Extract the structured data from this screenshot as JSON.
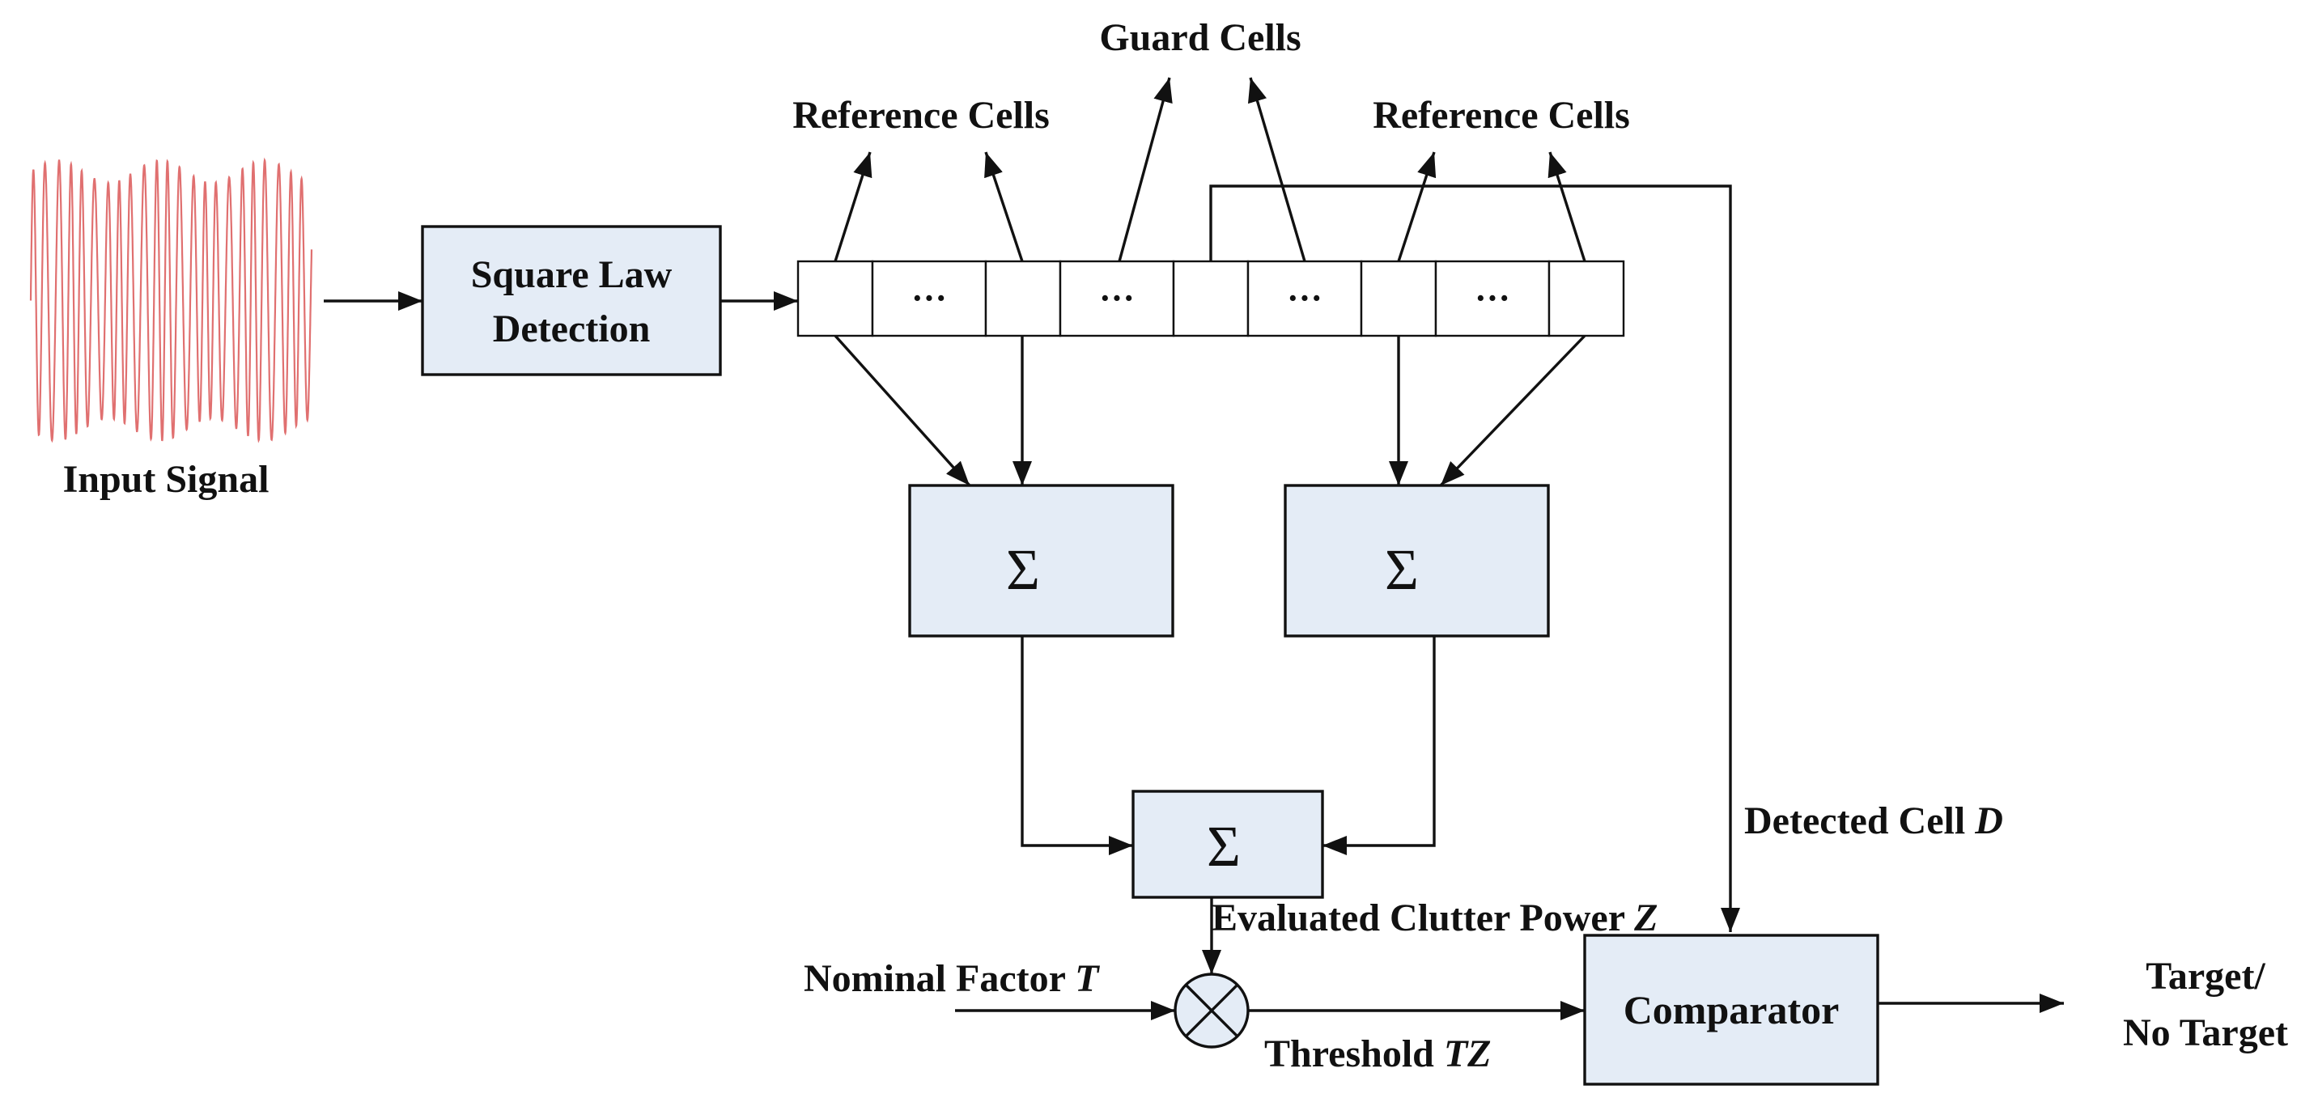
{
  "labels": {
    "input_signal": "Input Signal",
    "square_law_line1": "Square Law",
    "square_law_line2": "Detection",
    "guard_cells": "Guard Cells",
    "reference_cells_left": "Reference Cells",
    "reference_cells_right": "Reference Cells",
    "sum_left": "Σ",
    "sum_right": "Σ",
    "sum_bottom": "Σ",
    "detected_cell_prefix": "Detected Cell ",
    "detected_cell_var": "D",
    "clutter_power_prefix": "Evaluated Clutter Power ",
    "clutter_power_var": "Z",
    "nominal_factor_prefix": "Nominal Factor ",
    "nominal_factor_var": "T",
    "threshold_prefix": "Threshold ",
    "threshold_var": "TZ",
    "comparator": "Comparator",
    "output_line1": "Target/",
    "output_line2": "No Target"
  },
  "cells": [
    "",
    "···",
    "",
    "···",
    "",
    "···",
    "",
    "···",
    ""
  ],
  "colors": {
    "block_fill": "#e4ecf6",
    "line": "#111111",
    "signal": "#e07070"
  }
}
